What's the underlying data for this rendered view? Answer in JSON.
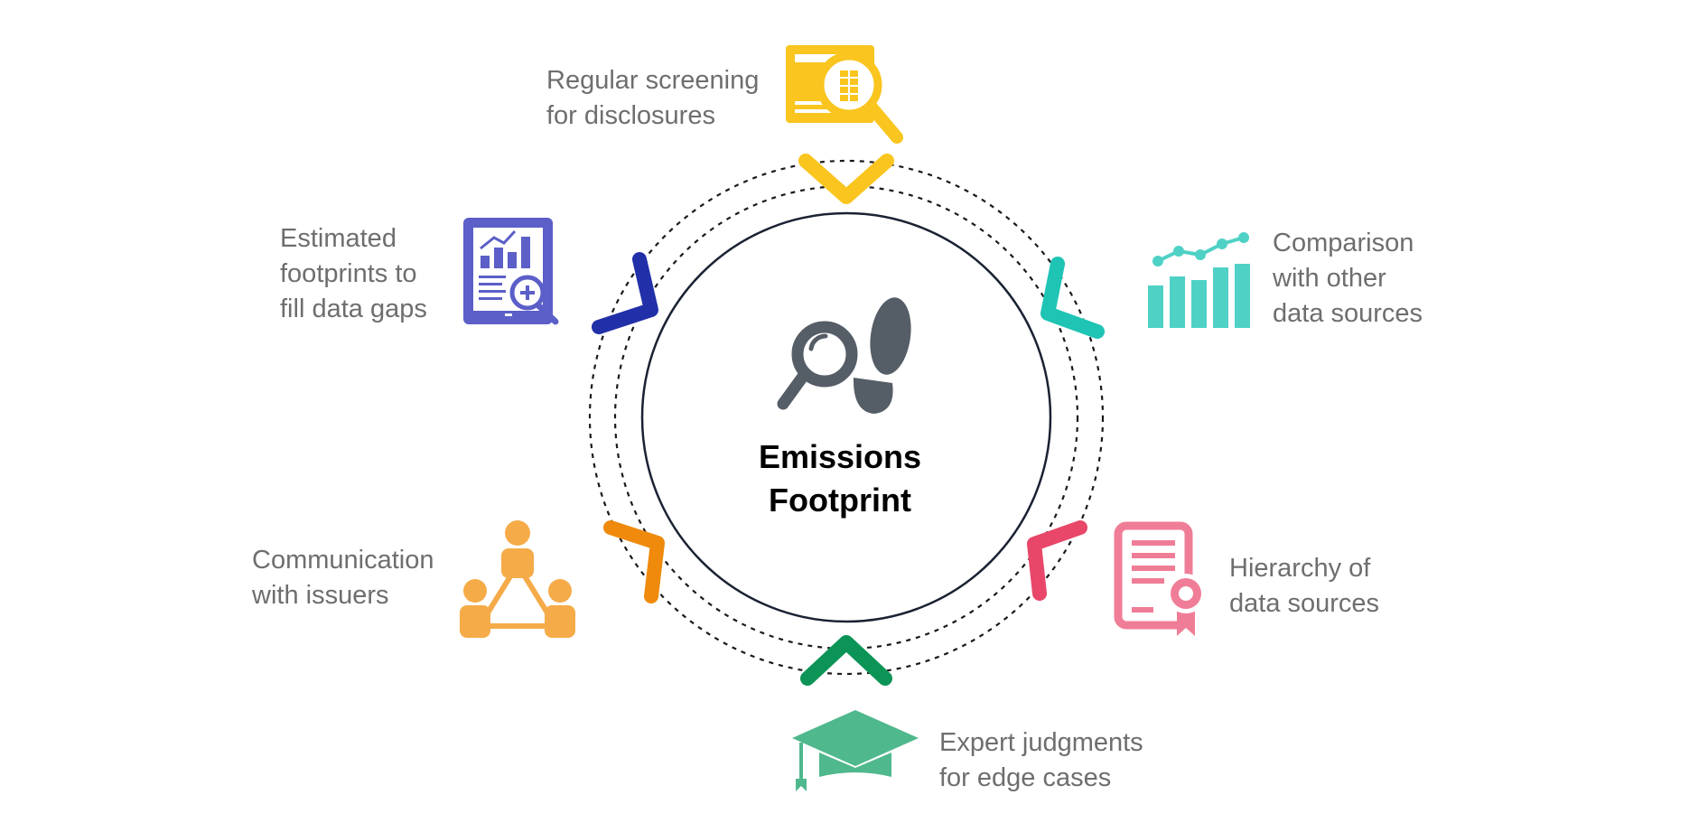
{
  "center": {
    "title_line1": "Emissions",
    "title_line2": "Footprint",
    "icon": "footprint-magnifier-icon"
  },
  "items": [
    {
      "key": "screening",
      "lines": [
        "Regular screening",
        "for disclosures"
      ],
      "icon": "document-search-icon",
      "color": "#f9c51e"
    },
    {
      "key": "comparison",
      "lines": [
        "Comparison",
        "with other",
        "data sources"
      ],
      "icon": "bar-chart-icon",
      "color": "#1fc4b4"
    },
    {
      "key": "hierarchy",
      "lines": [
        "Hierarchy of",
        "data sources"
      ],
      "icon": "certificate-icon",
      "color": "#e8476a"
    },
    {
      "key": "expert",
      "lines": [
        "Expert judgments",
        "for edge cases"
      ],
      "icon": "graduation-cap-icon",
      "color": "#0c9457"
    },
    {
      "key": "communication",
      "lines": [
        "Communication",
        "with issuers"
      ],
      "icon": "people-network-icon",
      "color": "#ef8a0c"
    },
    {
      "key": "estimated",
      "lines": [
        "Estimated",
        "footprints to",
        "fill data gaps"
      ],
      "icon": "report-analysis-icon",
      "color": "#2130a8"
    }
  ],
  "colors": {
    "text": "#6e6e6e",
    "circle": "#1a2233",
    "center_icon": "#555d66"
  }
}
